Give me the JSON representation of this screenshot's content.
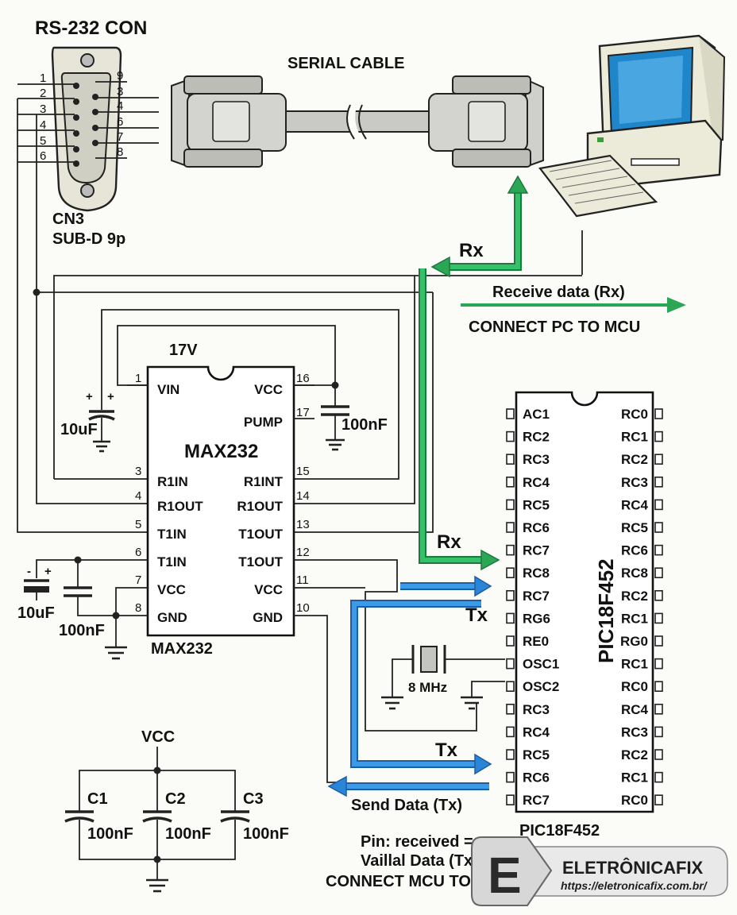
{
  "connector": {
    "title": "RS-232 CON",
    "ref": "CN3",
    "type": "SUB-D 9p",
    "left_pins": [
      "1",
      "2",
      "3",
      "4",
      "5",
      "6"
    ],
    "right_pins": [
      "9",
      "3",
      "4",
      "6",
      "7",
      "8"
    ]
  },
  "cable": {
    "label": "SERIAL CABLE"
  },
  "rx_path": {
    "label_top": "Rx",
    "label_mcu": "Rx",
    "receive_label": "Receive data (Rx)",
    "connect_label": "CONNECT PC TO MCU"
  },
  "max232_top": {
    "supply": "17V",
    "name": "MAX232",
    "cap_left": "10uF",
    "cap_right": "100nF",
    "pins_left": [
      {
        "num": "1",
        "name": "VIN"
      },
      {
        "num": "3",
        "name": "R1IN"
      },
      {
        "num": "4",
        "name": "R1OUT"
      },
      {
        "num": "5",
        "name": "T1IN"
      },
      {
        "num": "6",
        "name": "T1IN"
      },
      {
        "num": "7",
        "name": "VCC"
      },
      {
        "num": "8",
        "name": "GND"
      }
    ],
    "pins_right": [
      {
        "num": "16",
        "name": "VCC"
      },
      {
        "num": "17",
        "name": "PUMP"
      },
      {
        "num": "15",
        "name": "R1INT"
      },
      {
        "num": "14",
        "name": "R1OUT"
      },
      {
        "num": "13",
        "name": "T1OUT"
      },
      {
        "num": "12",
        "name": "T1OUT"
      },
      {
        "num": "11",
        "name": "VCC"
      },
      {
        "num": "10",
        "name": "GND"
      }
    ],
    "bottom_label": "MAX232",
    "cap_b1": "10uF",
    "cap_b2": "100nF",
    "plus": "+",
    "minus": "-"
  },
  "tx_path": {
    "label_mid": "Tx",
    "label_low": "Tx",
    "send_label": "Send Data (Tx)"
  },
  "crystal": {
    "label": "8 MHz"
  },
  "pic": {
    "side_label": "PIC18F452",
    "bottom_label": "PIC18F452",
    "left_pins": [
      "AC1",
      "RC2",
      "RC3",
      "RC4",
      "RC5",
      "RC6",
      "RC7",
      "RC8",
      "RC7",
      "RG6",
      "RE0",
      "OSC1",
      "OSC2",
      "RC3",
      "RC4",
      "RC5",
      "RC6",
      "RC7"
    ],
    "right_pins": [
      "RC0",
      "RC1",
      "RC2",
      "RC3",
      "RC4",
      "RC5",
      "RC6",
      "RC8",
      "RC2",
      "RC1",
      "RG0",
      "RC1",
      "RC0",
      "RC4",
      "RC3",
      "RC2",
      "RC1",
      "RC0"
    ]
  },
  "decoupling": {
    "rail": "VCC",
    "caps": [
      {
        "ref": "C1",
        "value": "100nF"
      },
      {
        "ref": "C2",
        "value": "100nF"
      },
      {
        "ref": "C3",
        "value": "100nF"
      }
    ]
  },
  "notes": {
    "line1": "Pin: received =",
    "line2": "Vaillal Data (Tx)",
    "line3": "CONNECT MCU TO PC"
  },
  "brand": {
    "logo_letter": "E",
    "name": "ELETRÔNICAFIX",
    "url": "https://eletronicafix.com.br/"
  },
  "colors": {
    "rx_green": "#2aa655",
    "tx_blue": "#2a85d8",
    "screen_blue": "#1f86c9",
    "case_beige": "#ecebd9"
  }
}
